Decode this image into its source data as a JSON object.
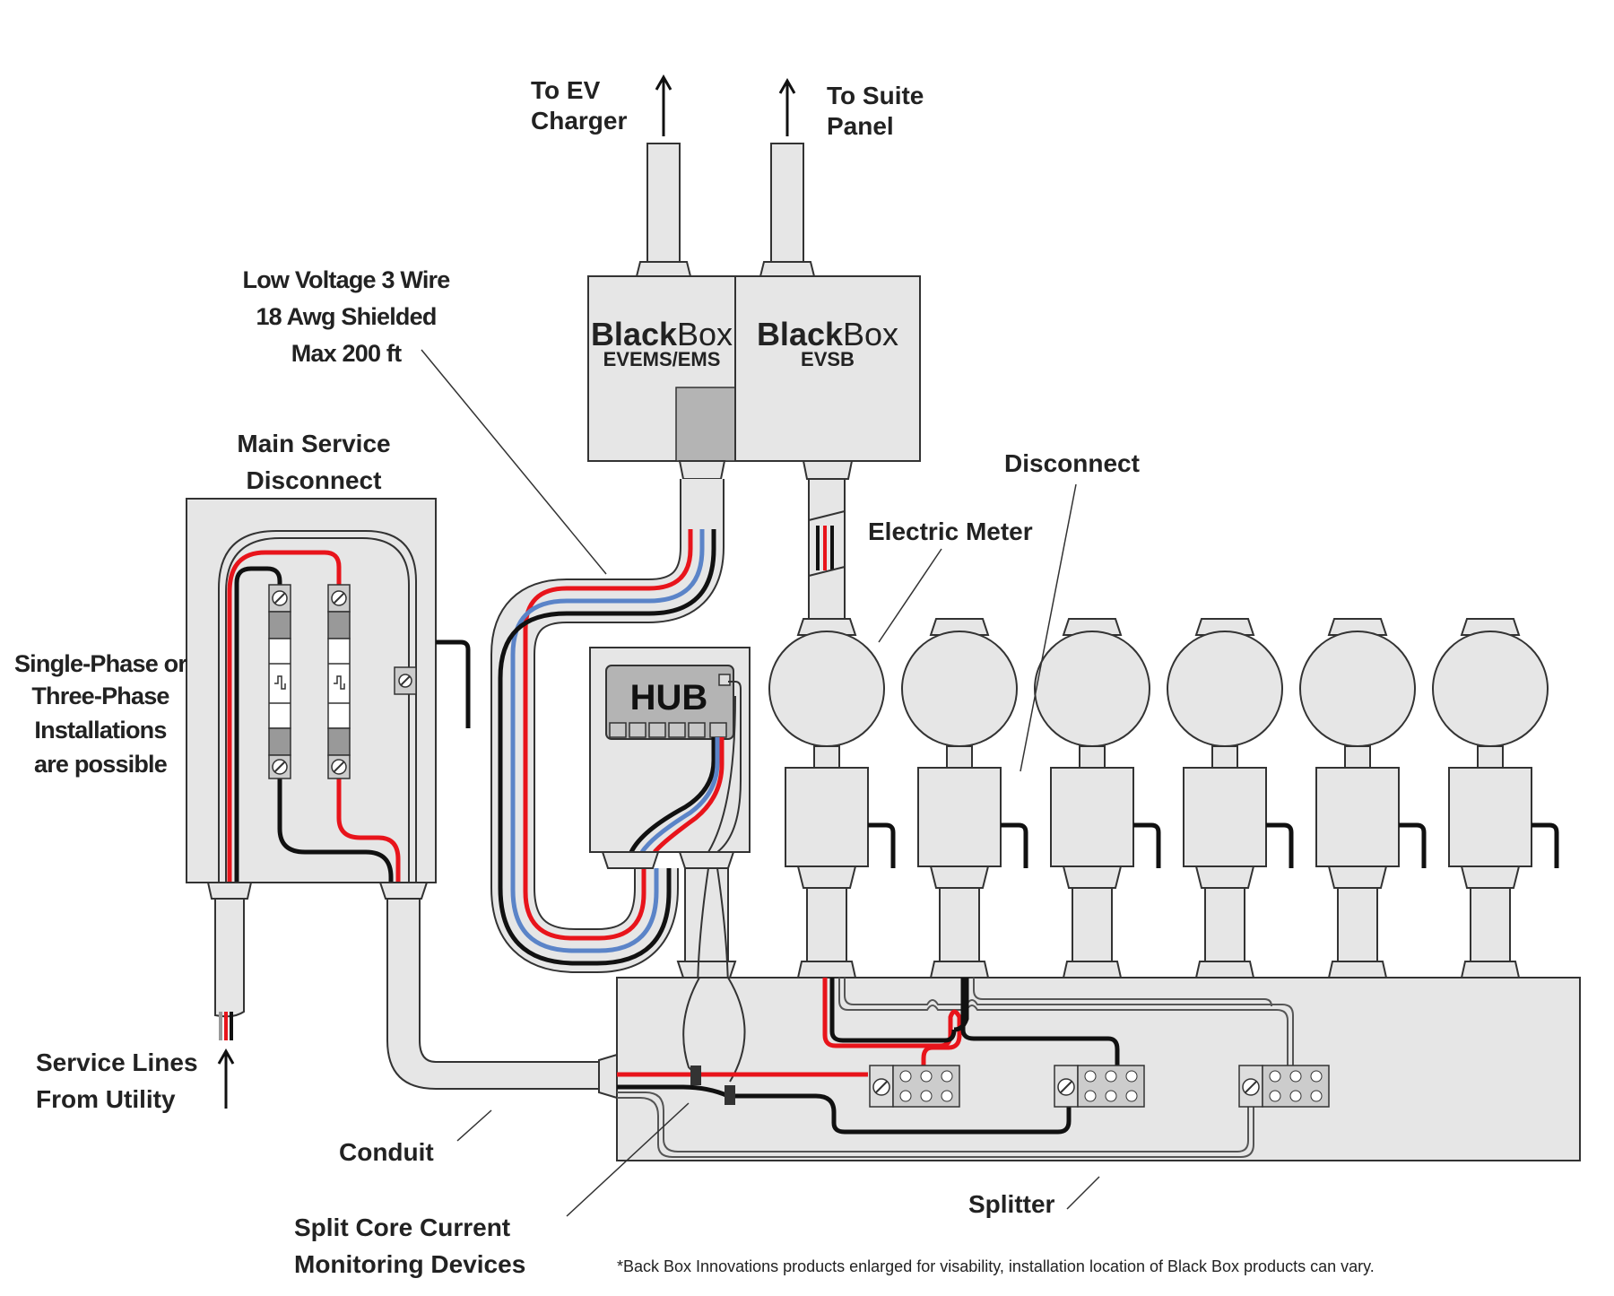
{
  "labels": {
    "to_ev_line1": "To EV",
    "to_ev_line2": "Charger",
    "to_suite_line1": "To Suite",
    "to_suite_line2": "Panel",
    "low_voltage_line1": "Low Voltage 3 Wire",
    "low_voltage_line2": "18 Awg Shielded",
    "low_voltage_line3": "Max 200 ft",
    "main_service_line1": "Main Service",
    "main_service_line2": "Disconnect",
    "disconnect": "Disconnect",
    "electric_meter": "Electric Meter",
    "phase_line1": "Single-Phase or",
    "phase_line2": "Three-Phase",
    "phase_line3": "Installations",
    "phase_line4": "are possible",
    "service_line1": "Service Lines",
    "service_line2": "From Utility",
    "conduit": "Conduit",
    "split_core_line1": "Split Core Current",
    "split_core_line2": "Monitoring Devices",
    "splitter": "Splitter",
    "footnote": "*Back Box Innovations products enlarged for visability, installation location of Black Box products can vary."
  },
  "devices": {
    "evems_brand_bold": "Black",
    "evems_brand_light": "Box",
    "evems_model": "EVEMS/EMS",
    "evsb_brand_bold": "Black",
    "evsb_brand_light": "Box",
    "evsb_model": "EVSB",
    "hub": "HUB"
  },
  "colors": {
    "red_wire": "#e8141b",
    "black_wire": "#111111",
    "blue_wire": "#5b84c8",
    "enclosure_fill": "#e6e6e6",
    "outline": "#333333"
  }
}
